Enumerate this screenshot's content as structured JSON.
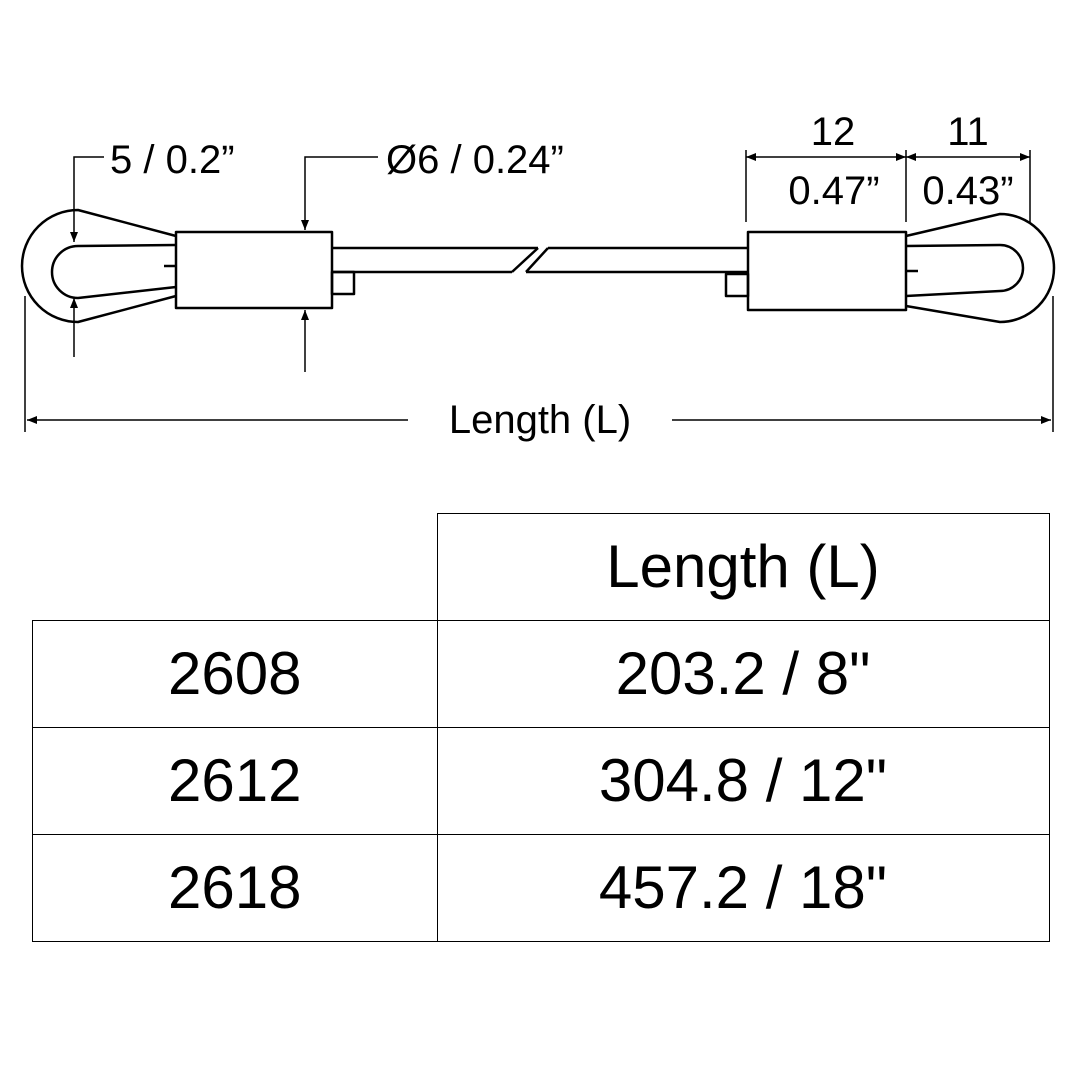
{
  "drawing": {
    "loop_dim": "5 / 0.2”",
    "diameter_dim": "Ø6 / 0.24”",
    "sleeve_dim_metric": "12",
    "sleeve_dim_inch": "0.47”",
    "end_dim_metric": "11",
    "end_dim_inch": "0.43”",
    "overall_length": "Length (L)"
  },
  "table": {
    "header": "Length (L)",
    "rows": [
      {
        "part": "2608",
        "length": "203.2 / 8\""
      },
      {
        "part": "2612",
        "length": "304.8 / 12\""
      },
      {
        "part": "2618",
        "length": "457.2 / 18\""
      }
    ]
  },
  "colors": {
    "line": "#000000",
    "background": "#ffffff"
  }
}
